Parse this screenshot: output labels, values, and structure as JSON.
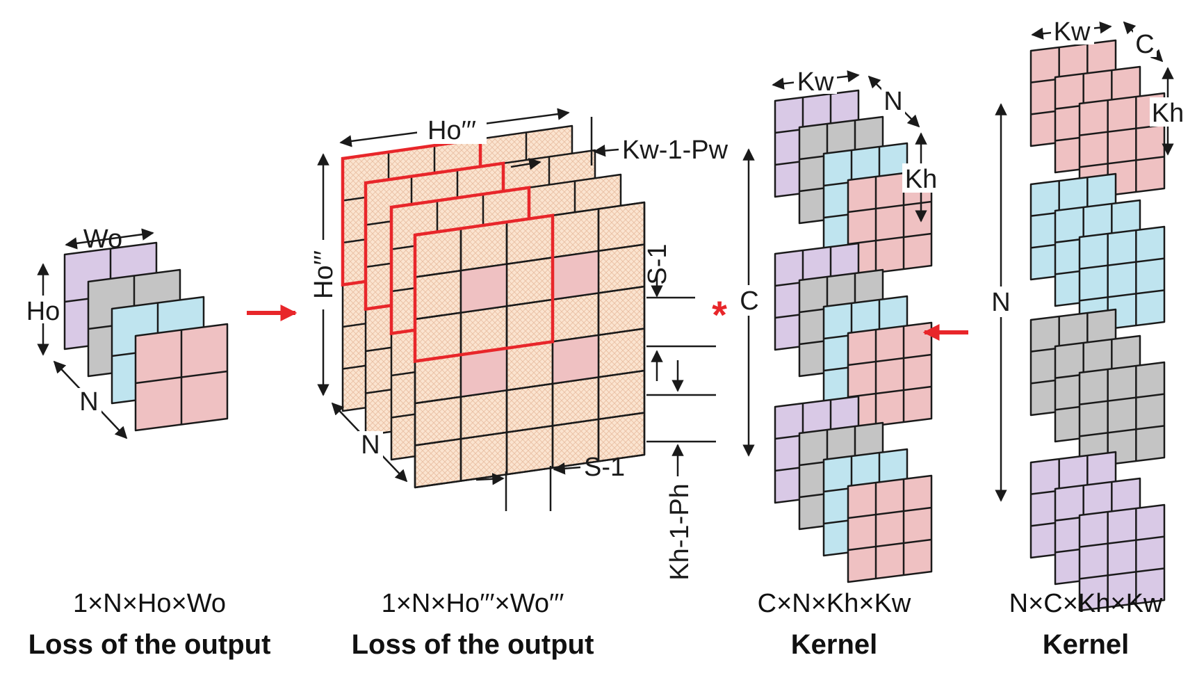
{
  "colors": {
    "purple": "#d9c9e6",
    "gray": "#c4c4c4",
    "blue": "#bfe4ef",
    "pink": "#efc1c2",
    "peach": "#fbe4d0",
    "peach_hatch": "#e7b596",
    "red": "#e8262a",
    "line": "#1a1a1a"
  },
  "panel1": {
    "label_w": "Wo",
    "label_h": "Ho",
    "label_n": "N",
    "shape": "1×N×Ho×Wo",
    "title": "Loss of the output"
  },
  "panel2": {
    "label_h_top": "Ho′′′",
    "label_h_side": "Ho′′′",
    "label_n": "N",
    "label_kw_pad": "Kw-1-Pw",
    "label_s_right": "S-1",
    "label_s_bottom": "S-1",
    "label_kh_pad": "Kh-1-Ph",
    "shape": "1×N×Ho′′′×Wo′′′",
    "title": "Loss of the output"
  },
  "operator": "*",
  "panel3": {
    "label_kw": "Kw",
    "label_n": "N",
    "label_kh": "Kh",
    "label_c": "C",
    "shape": "C×N×Kh×Kw",
    "title": "Kernel"
  },
  "panel4": {
    "label_kw": "Kw",
    "label_c": "C",
    "label_kh": "Kh",
    "label_n": "N",
    "shape": "N×C×Kh×Kw",
    "title": "Kernel"
  }
}
